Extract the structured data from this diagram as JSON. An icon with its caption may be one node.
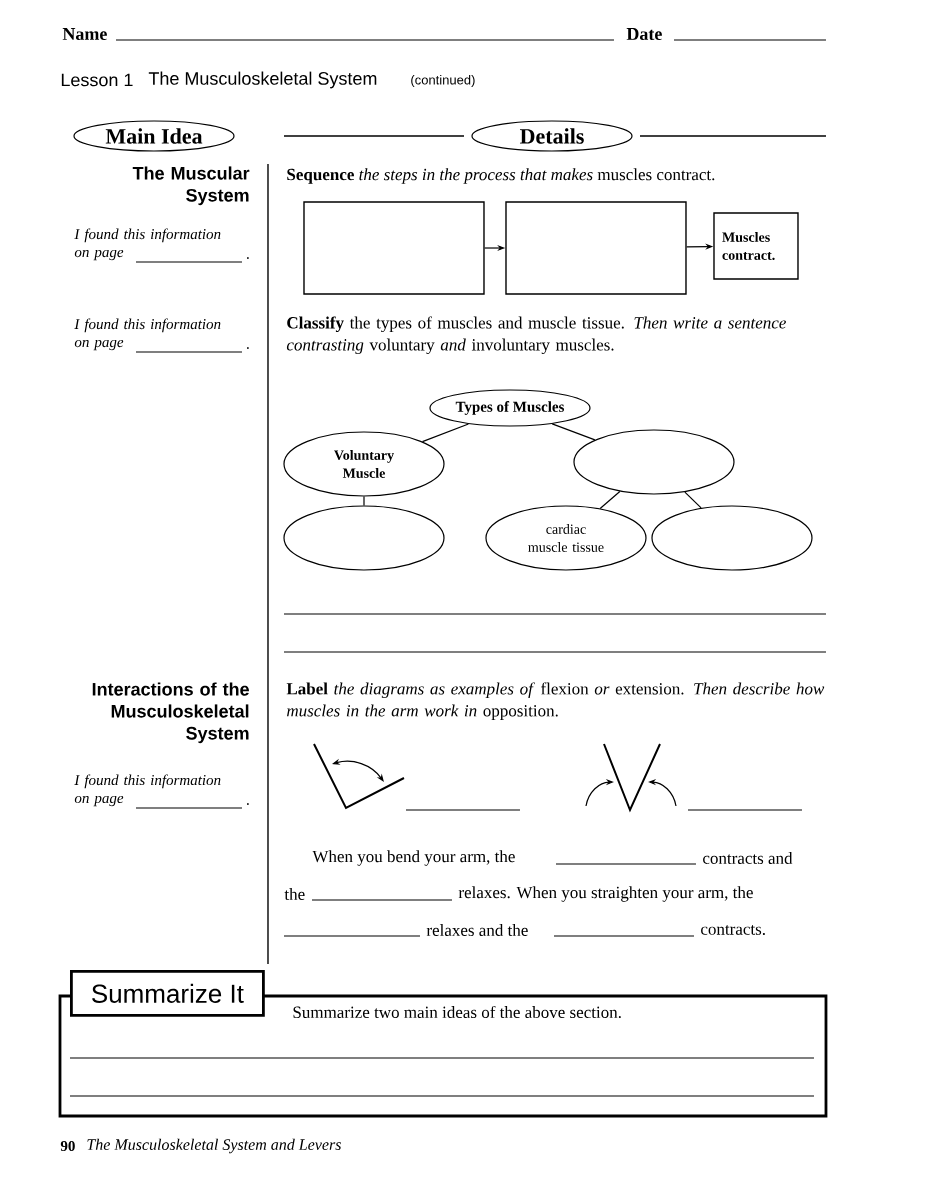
{
  "diagram": {
    "nodes": [
      {
        "text": [
          "Main Idea"
        ]
      },
      {
        "text": [
          "Details"
        ]
      },
      {
        "text": [],
        "shape": "box"
      },
      {
        "text": [],
        "shape": "box"
      },
      {
        "text": [
          "Muscles contract."
        ]
      },
      {
        "text": [
          "Types of Muscles"
        ]
      },
      {
        "text": [
          "Voluntary Muscle"
        ]
      },
      {
        "text": [],
        "shape": "circle"
      },
      {
        "text": [],
        "shape": "circle"
      },
      {
        "text": [
          "cardiac muscle tissue"
        ]
      },
      {
        "text": [],
        "shape": "circle"
      },
      {
        "text": [
          "Summarize It",
          "Summarize two main ideas of the above section."
        ]
      }
    ],
    "edges": [
      {
        "from": 2,
        "to": 3,
        "arrow": "to"
      },
      {
        "from": 3,
        "to": 4,
        "arrow": "to"
      },
      {
        "from": 5,
        "to": 6,
        "arrow": "none"
      },
      {
        "from": 5,
        "to": 7,
        "arrow": "none"
      },
      {
        "from": 6,
        "to": 8,
        "arrow": "none"
      },
      {
        "from": 7,
        "to": 9,
        "arrow": "none"
      },
      {
        "from": 7,
        "to": 10,
        "arrow": "none"
      }
    ],
    "labels": [
      "Name",
      "Date",
      "Lesson 1",
      "The Musculoskeletal System",
      "(continued)",
      "The Muscular System",
      "I found this information on page",
      ".",
      "**Sequence** *the steps in the process that makes* muscles contract.",
      "I found this information on page",
      ".",
      "**Classify** the types of muscles and muscle tissue. *Then write a sentence contrasting* voluntary *and* involuntary muscles.",
      "Interactions of the Musculoskeletal System",
      "I found this information on page",
      ".",
      "**Label** *the diagrams as examples of* flexion *or* extension. *Then describe how muscles in the arm work in* opposition.",
      "When you bend your arm, the",
      "contracts and",
      "the",
      "relaxes. When you straighten your arm, the",
      "relaxes and the",
      "contracts.",
      "90",
      "The Musculoskeletal System and Levers"
    ]
  }
}
